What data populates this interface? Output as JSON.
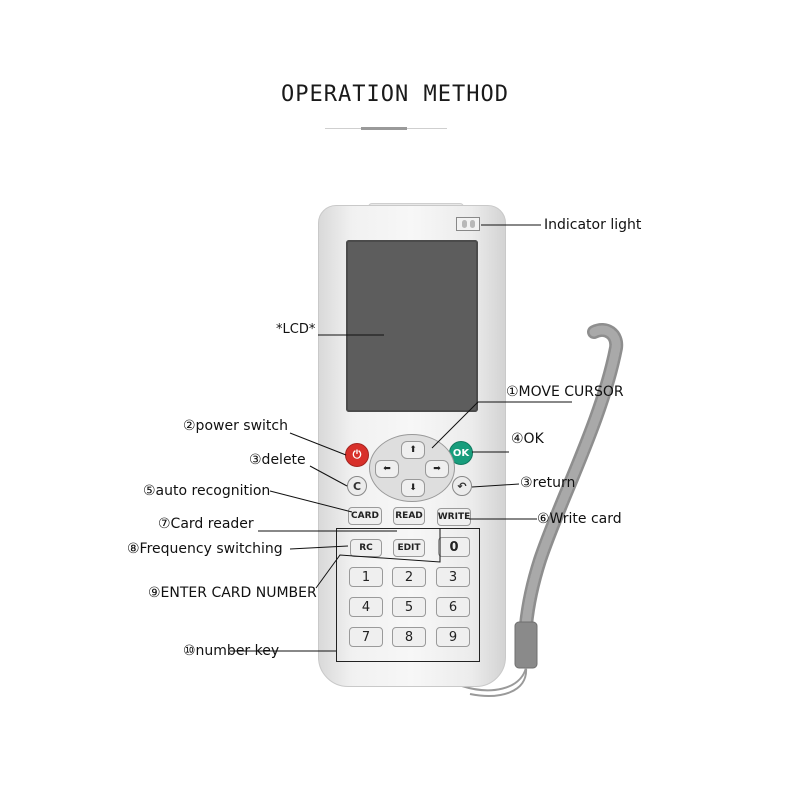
{
  "title": "OPERATION METHOD",
  "labels": {
    "indicator": "Indicator light",
    "lcd": "*LCD*",
    "move_cursor": "①MOVE CURSOR",
    "power": "②power switch",
    "ok": "④OK",
    "delete": "③delete",
    "return": "③return",
    "auto_recognition": "⑤auto recognition",
    "write_card": "⑥Write card",
    "card_reader": "⑦Card reader",
    "frequency": "⑧Frequency switching",
    "enter_card_number": "⑨ENTER CARD NUMBER",
    "number_key": "⑩number key"
  },
  "device": {
    "power_symbol": "⏻",
    "ok_label": "OK",
    "c_label": "C",
    "return_symbol": "↶",
    "dpad": {
      "up": "⬆",
      "down": "⬇",
      "left": "⬅",
      "right": "➡"
    },
    "keys": {
      "card": "CARD",
      "read": "READ",
      "write": "WRITE",
      "rc": "RC",
      "edit": "EDIT",
      "zero": "0"
    },
    "numbers": [
      "1",
      "2",
      "3",
      "4",
      "5",
      "6",
      "7",
      "8",
      "9"
    ]
  }
}
